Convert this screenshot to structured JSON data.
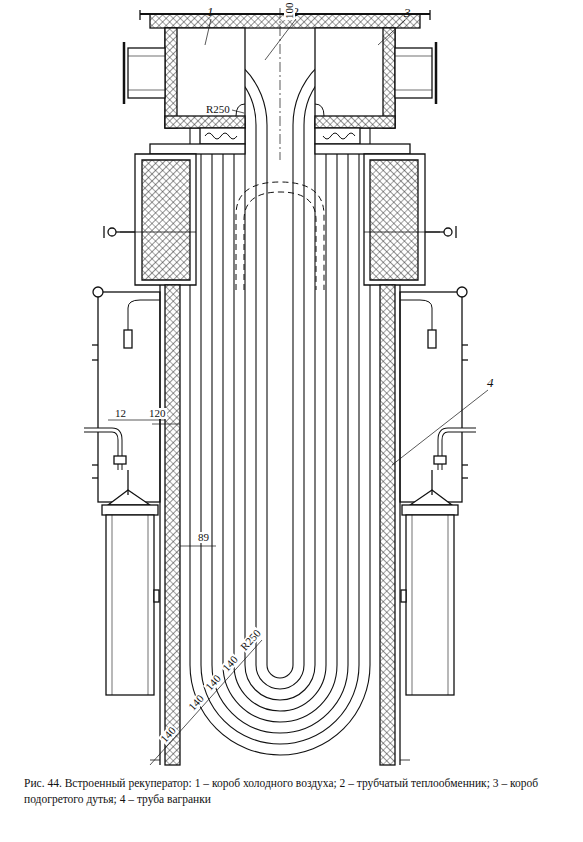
{
  "diagram": {
    "caption": "Рис. 44. Встроенный рекуператор: 1 – короб холодного воздуха; 2 – трубчатый теплообменник; 3 – короб подогретого дутья; 4 – труба вагранки",
    "labels": [
      "1",
      "2",
      "3",
      "100",
      "R250",
      "12",
      "120",
      "4",
      "89",
      "140",
      "140",
      "140",
      "140",
      "R250"
    ]
  }
}
